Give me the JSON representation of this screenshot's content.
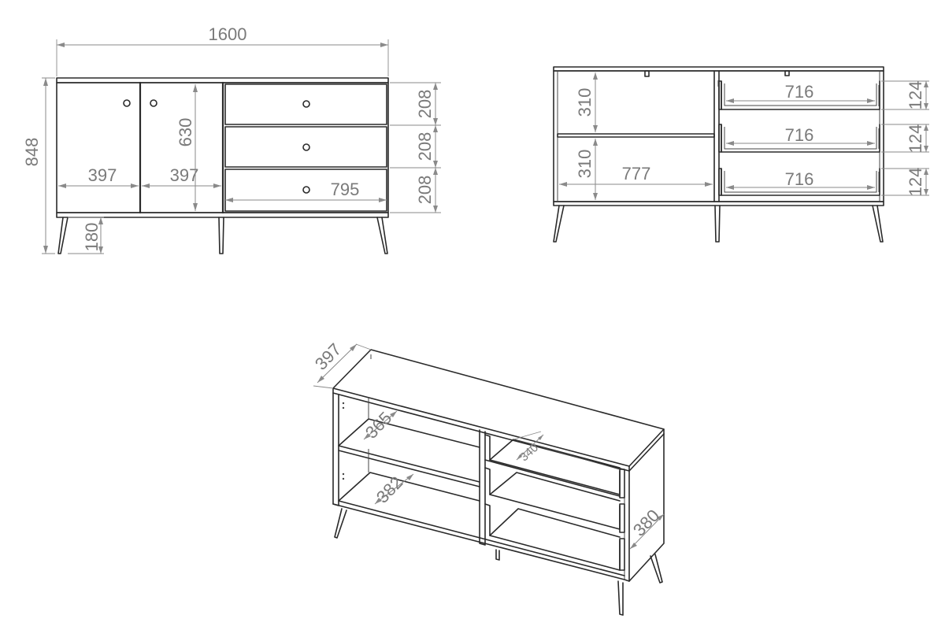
{
  "front_view": {
    "width": "1600",
    "height": "848",
    "door_left_width": "397",
    "door_right_width": "397",
    "door_height": "630",
    "drawer_section_width": "795",
    "drawer_1_height": "208",
    "drawer_2_height": "208",
    "drawer_3_height": "208",
    "leg_height": "180"
  },
  "interior_view": {
    "shelf_upper_height": "310",
    "shelf_lower_height": "310",
    "cabinet_inner_width": "777",
    "drawer_1_width": "716",
    "drawer_2_width": "716",
    "drawer_3_width": "716",
    "drawer_1_height": "124",
    "drawer_2_height": "124",
    "drawer_3_height": "124"
  },
  "iso_view": {
    "depth": "397",
    "shelf_upper_depth": "365",
    "shelf_lower_depth": "382",
    "drawer_depth": "340",
    "side_depth": "380"
  }
}
